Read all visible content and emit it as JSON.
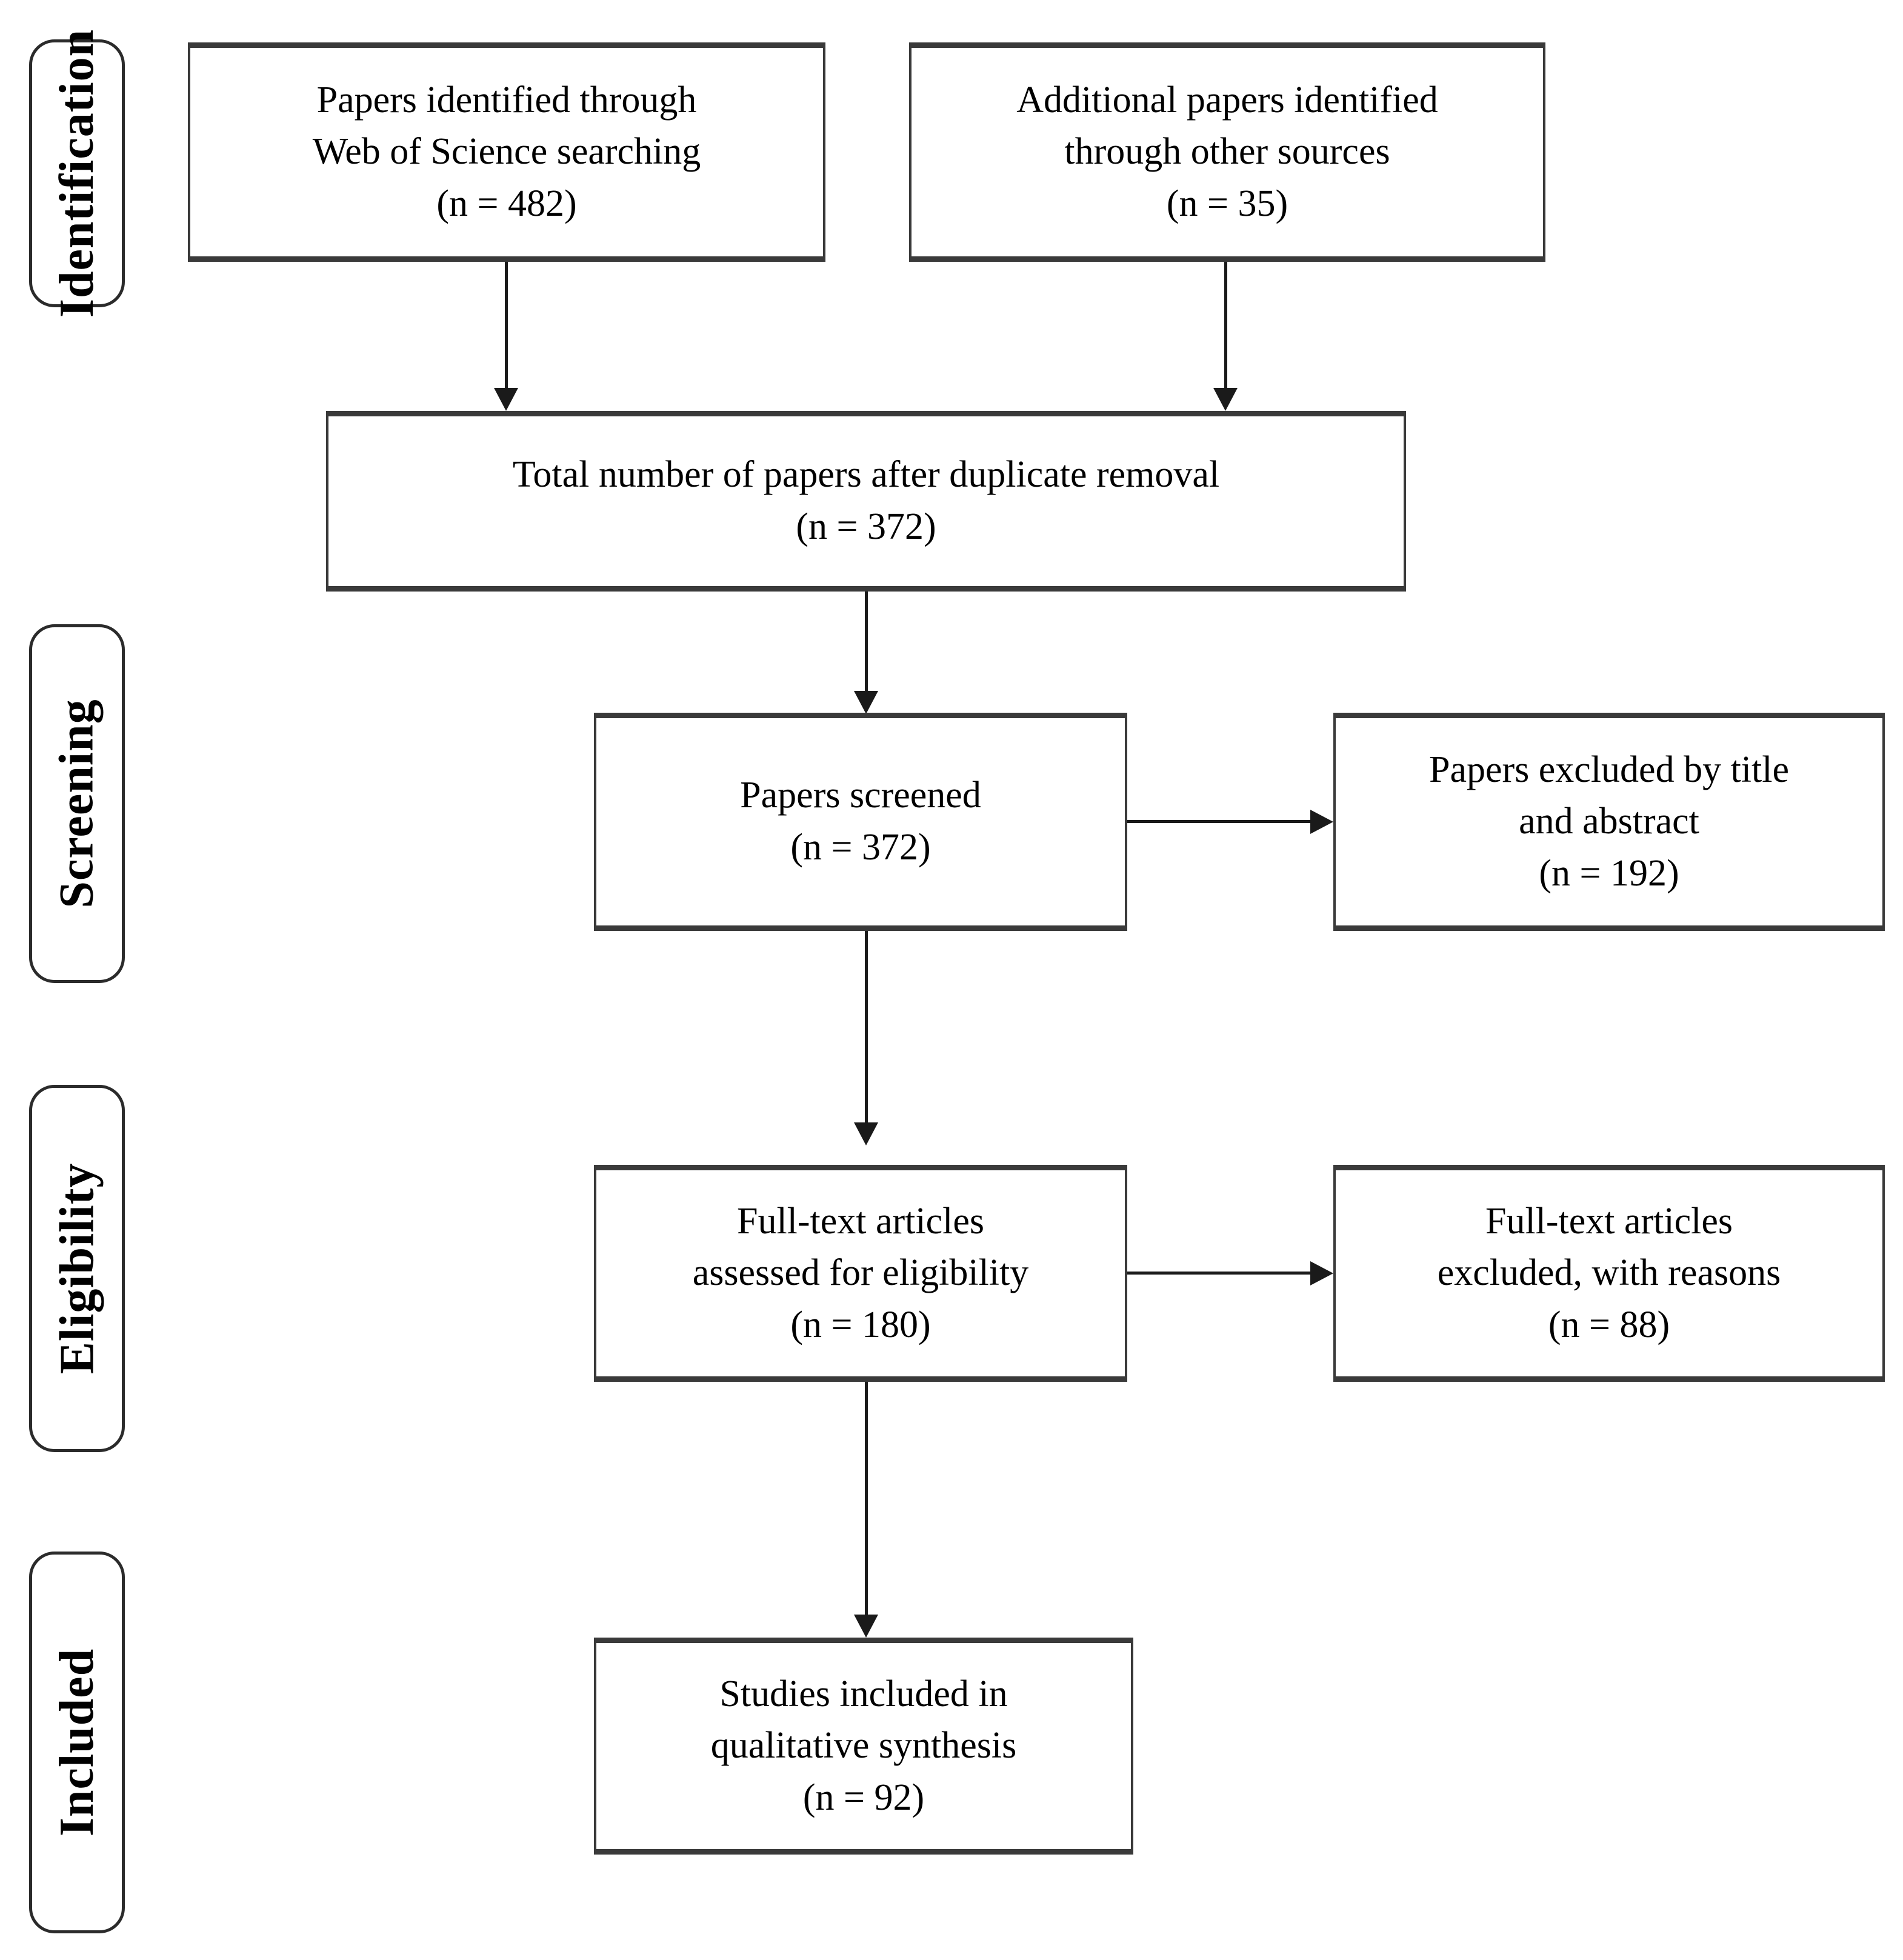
{
  "diagram": {
    "type": "prisma-flow-diagram",
    "stages": [
      {
        "id": "identification",
        "label": "Identification"
      },
      {
        "id": "screening",
        "label": "Screening"
      },
      {
        "id": "eligibility",
        "label": "Eligibility"
      },
      {
        "id": "included",
        "label": "Included"
      }
    ],
    "boxes": {
      "identified_database": {
        "line1": "Papers identified  through",
        "line2": "Web of Science  searching",
        "count": "(n = 482)"
      },
      "identified_other": {
        "line1": "Additional  papers identified",
        "line2": "through  other sources",
        "count": "(n = 35)"
      },
      "after_duplicates": {
        "line1": "Total number  of papers after duplicate  removal",
        "count": "(n = 372)"
      },
      "screened": {
        "line1": "Papers screened",
        "count": "(n = 372)"
      },
      "excluded_title_abstract": {
        "line1": "Papers excluded  by title",
        "line2": "and abstract",
        "count": "(n = 192)"
      },
      "fulltext_assessed": {
        "line1": "Full-text  articles",
        "line2": "assessed for  eligibility",
        "count": "(n = 180)"
      },
      "fulltext_excluded": {
        "line1": "Full-text  articles",
        "line2": "excluded,  with reasons",
        "count": "(n = 88)"
      },
      "included_qualitative": {
        "line1": "Studies included  in",
        "line2": "qualitative  synthesis",
        "count": "(n = 92)"
      }
    },
    "colors": {
      "border": "#3a3a3a",
      "connector": "#1a1a1a",
      "background": "#ffffff",
      "text": "#000000"
    }
  }
}
